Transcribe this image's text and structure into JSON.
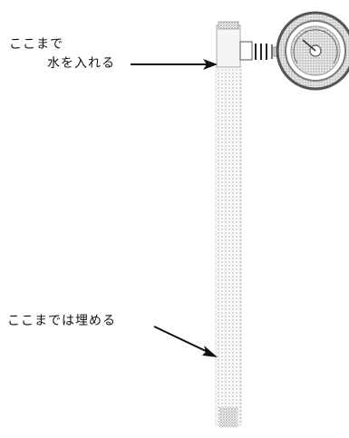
{
  "labels": {
    "water_fill_line1": "ここまで",
    "water_fill_line2": "水を入れる",
    "bury_to": "ここまでは埋める"
  },
  "colors": {
    "ink": "#111111",
    "stipple": "#b9b9b9",
    "gauge_rim": "#8a8a8a",
    "gauge_face": "#d8d8d8"
  },
  "icons": {
    "gauge": "pressure-gauge-icon"
  }
}
